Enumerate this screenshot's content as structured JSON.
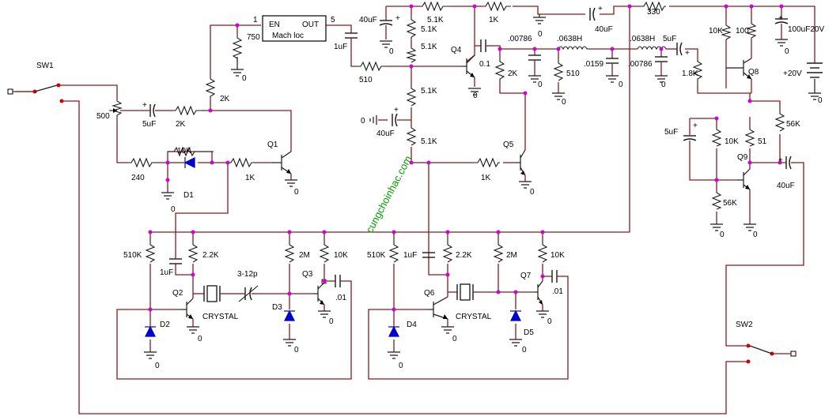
{
  "watermark": "cungchoinhac.com",
  "labels": {
    "sw1": "SW1",
    "sw2": "SW2",
    "en": "EN",
    "out": "OUT",
    "mach_loc": "Mach loc",
    "pin1": "1",
    "pin5": "5",
    "r750": "750",
    "zero": "0",
    "plus": "+",
    "c1uf": "1uF",
    "r510": "510",
    "c40uf": "40uF",
    "r5k1": "5.1K",
    "r1k": "1K",
    "q1": "Q1",
    "q2": "Q2",
    "q3": "Q3",
    "q4": "Q4",
    "q5": "Q5",
    "q6": "Q6",
    "q7": "Q7",
    "q8": "Q8",
    "q9": "Q9",
    "c01": "0.1",
    "r2k": "2K",
    "c00786": ".00786",
    "l0638h": ".0638H",
    "c0159": ".0159",
    "r330": "330",
    "c5uf": "5uF",
    "r1k8": "1.8K",
    "r10k": "10K",
    "r100": "100",
    "c100uf": "100uF20V",
    "v20": "+20V",
    "r56k": "56K",
    "r51": "51",
    "pot500": "500",
    "r240": "240",
    "d1": "D1",
    "d2": "D2",
    "d3": "D3",
    "d4": "D4",
    "d5": "D5",
    "r510k": "510K",
    "r2k2": "2.2K",
    "crystal": "CRYSTAL",
    "c3_12p": "3-12p",
    "r2m": "2M",
    "c_01": ".01"
  }
}
